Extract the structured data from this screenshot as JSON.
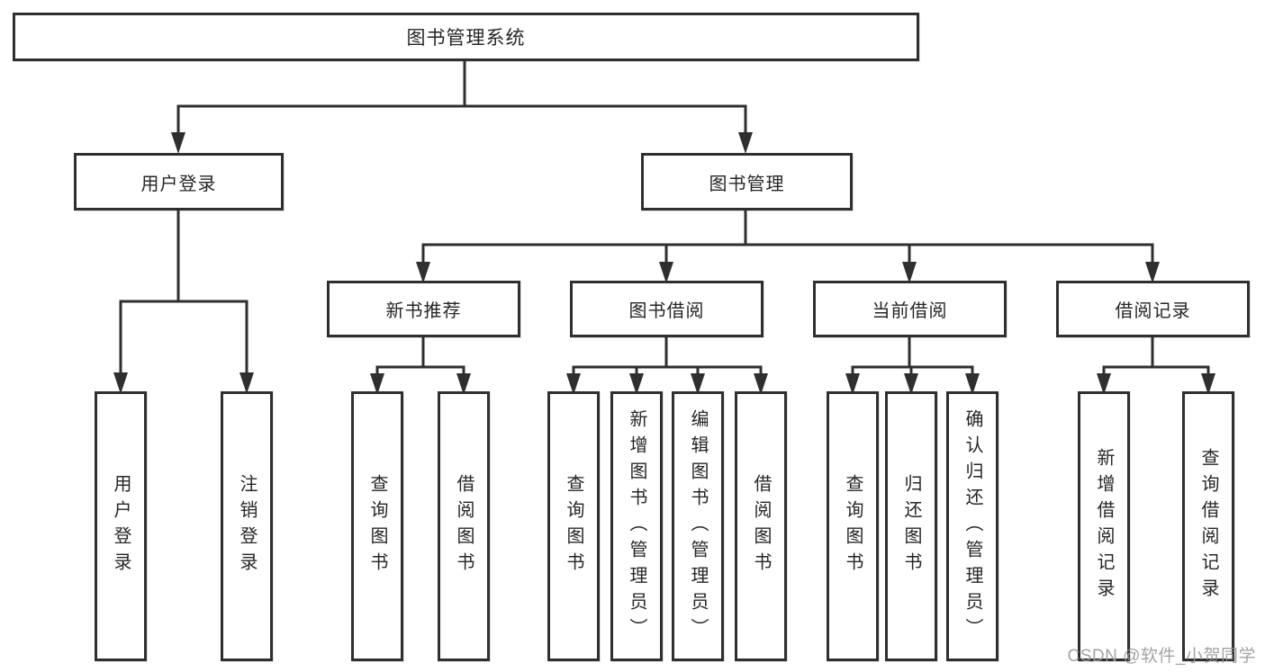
{
  "diagram": {
    "root": {
      "label": "图书管理系统"
    },
    "level2": [
      {
        "label": "用户登录"
      },
      {
        "label": "图书管理"
      }
    ],
    "level3": [
      {
        "label": "新书推荐"
      },
      {
        "label": "图书借阅"
      },
      {
        "label": "当前借阅"
      },
      {
        "label": "借阅记录"
      }
    ],
    "leaves": {
      "login": [
        {
          "label": "用户登录"
        },
        {
          "label": "注销登录"
        }
      ],
      "recommend": [
        {
          "label": "查询图书"
        },
        {
          "label": "借阅图书"
        }
      ],
      "borrow": [
        {
          "label": "查询图书"
        },
        {
          "label": "新增图书（管理员）"
        },
        {
          "label": "编辑图书（管理员）"
        },
        {
          "label": "借阅图书"
        }
      ],
      "current": [
        {
          "label": "查询图书"
        },
        {
          "label": "归还图书"
        },
        {
          "label": "确认归还（管理员）"
        }
      ],
      "records": [
        {
          "label": "新增借阅记录"
        },
        {
          "label": "查询借阅记录"
        }
      ]
    }
  },
  "watermark": {
    "text": "CSDN @软件_小贺同学"
  },
  "colors": {
    "line": "#2f2f2f",
    "text": "#262626",
    "watermark": "#9a9a9a",
    "background": "#ffffff"
  }
}
